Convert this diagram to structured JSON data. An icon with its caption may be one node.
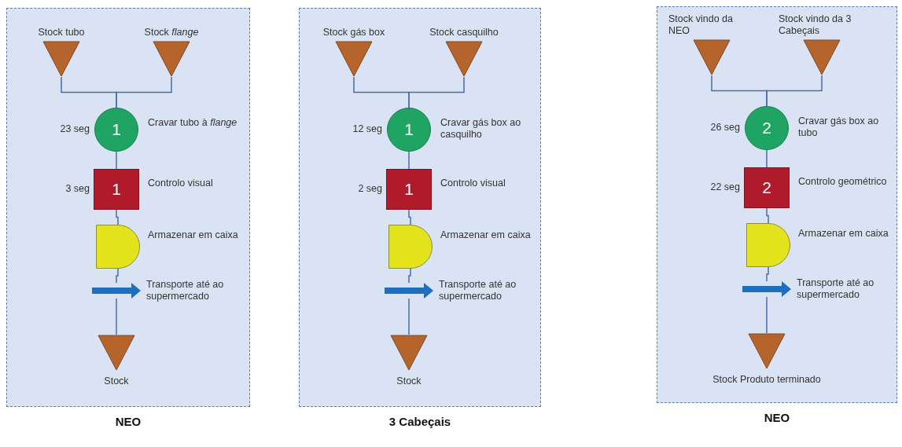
{
  "diagram": {
    "nodes": [
      {
        "text": [
          "NEO"
        ]
      },
      {
        "text": [
          "Stock tubo"
        ],
        "in": 0
      },
      {
        "text": [
          "Stock *flange*"
        ],
        "in": 0
      },
      {
        "text": [
          "1"
        ],
        "in": 0,
        "beside": [
          "23 seg",
          "Cravar tubo à *flange*"
        ]
      },
      {
        "text": [
          "1"
        ],
        "in": 0,
        "beside": [
          "3 seg",
          "Controlo visual"
        ]
      },
      {
        "text": [],
        "shape": "delay",
        "in": 0,
        "beside": [
          "Armazenar em caixa"
        ]
      },
      {
        "text": [],
        "shape": "arrow",
        "in": 0,
        "beside": [
          "Transporte até ao supermercado"
        ]
      },
      {
        "text": [
          "Stock"
        ],
        "in": 0
      },
      {
        "text": [
          "3 Cabeçais"
        ]
      },
      {
        "text": [
          "Stock gás box"
        ],
        "in": 8
      },
      {
        "text": [
          "Stock casquilho"
        ],
        "in": 8
      },
      {
        "text": [
          "1"
        ],
        "in": 8,
        "beside": [
          "12 seg",
          "Cravar gás box ao casquilho"
        ]
      },
      {
        "text": [
          "1"
        ],
        "in": 8,
        "beside": [
          "2 seg",
          "Controlo visual"
        ]
      },
      {
        "text": [],
        "shape": "delay",
        "in": 8,
        "beside": [
          "Armazenar em caixa"
        ]
      },
      {
        "text": [],
        "shape": "arrow",
        "in": 8,
        "beside": [
          "Transporte até ao supermercado"
        ]
      },
      {
        "text": [
          "Stock"
        ],
        "in": 8
      },
      {
        "text": [
          "NEO"
        ]
      },
      {
        "text": [
          "Stock vindo da NEO"
        ],
        "in": 16
      },
      {
        "text": [
          "Stock vindo da 3 Cabeçais"
        ],
        "in": 16
      },
      {
        "text": [
          "2"
        ],
        "in": 16,
        "beside": [
          "26 seg",
          "Cravar gás box ao tubo"
        ]
      },
      {
        "text": [
          "2"
        ],
        "in": 16,
        "beside": [
          "22 seg",
          "Controlo geométrico"
        ]
      },
      {
        "text": [],
        "shape": "delay",
        "in": 16,
        "beside": [
          "Armazenar em caixa"
        ]
      },
      {
        "text": [],
        "shape": "arrow",
        "in": 16,
        "beside": [
          "Transporte até ao supermercado"
        ]
      },
      {
        "text": [
          "Stock Produto terminado"
        ],
        "in": 16
      }
    ],
    "edges": [
      {
        "from": 1,
        "to": 3,
        "arrow": "none"
      },
      {
        "from": 2,
        "to": 3,
        "arrow": "none"
      },
      {
        "from": 3,
        "to": 4,
        "arrow": "none"
      },
      {
        "from": 4,
        "to": 5,
        "arrow": "none"
      },
      {
        "from": 5,
        "to": 6,
        "arrow": "none"
      },
      {
        "from": 6,
        "to": 7,
        "arrow": "none"
      },
      {
        "from": 9,
        "to": 11,
        "arrow": "none"
      },
      {
        "from": 10,
        "to": 11,
        "arrow": "none"
      },
      {
        "from": 11,
        "to": 12,
        "arrow": "none"
      },
      {
        "from": 12,
        "to": 13,
        "arrow": "none"
      },
      {
        "from": 13,
        "to": 14,
        "arrow": "none"
      },
      {
        "from": 14,
        "to": 15,
        "arrow": "none"
      },
      {
        "from": 17,
        "to": 19,
        "arrow": "none"
      },
      {
        "from": 18,
        "to": 19,
        "arrow": "none"
      },
      {
        "from": 19,
        "to": 20,
        "arrow": "none"
      },
      {
        "from": 20,
        "to": 21,
        "arrow": "none"
      },
      {
        "from": 21,
        "to": 22,
        "arrow": "none"
      },
      {
        "from": 22,
        "to": 23,
        "arrow": "none"
      }
    ]
  }
}
